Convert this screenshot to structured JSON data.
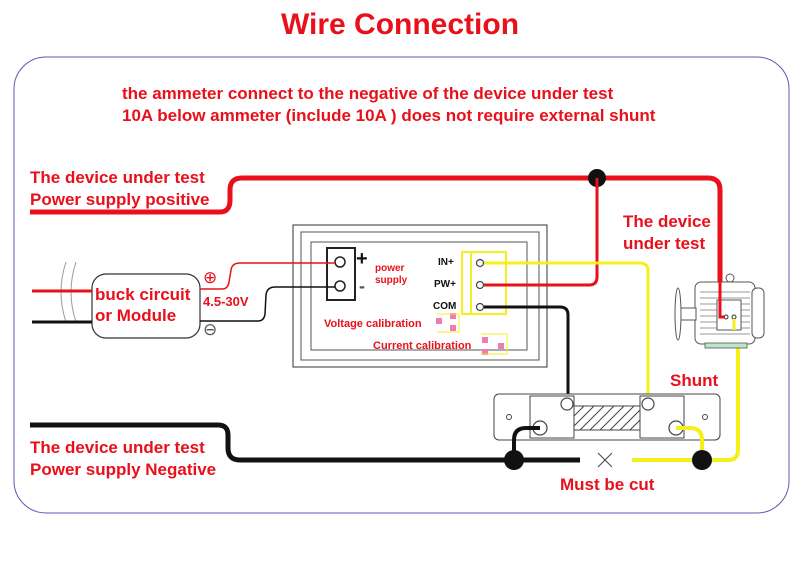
{
  "title": "Wire Connection",
  "notes": [
    "the ammeter connect to the negative of the device under test",
    "10A below ammeter (include 10A ) does not require external shunt"
  ],
  "labels": {
    "supply_positive": [
      "The device under test",
      "Power supply positive"
    ],
    "supply_negative": [
      "The device under test",
      "Power supply Negative"
    ],
    "device_under_test": [
      "The device",
      "under test"
    ],
    "buck_module": [
      "buck circuit",
      "or Module"
    ],
    "voltage_range": "4.5-30V",
    "plus_symbol": "⊕",
    "minus_symbol": "⊖",
    "power_supply": [
      "power",
      "supply"
    ],
    "terminal_plus": "+",
    "terminal_minus": "-",
    "pins": [
      "IN+",
      "PW+",
      "COM"
    ],
    "voltage_calibration": "Voltage calibration",
    "current_calibration": "Current calibration",
    "shunt": "Shunt",
    "must_be_cut": "Must be cut",
    "cut_mark": "✕"
  },
  "colors": {
    "positive_wire": "#e8101a",
    "negative_wire": "#111111",
    "signal_wire": "#f5ef1a",
    "frame": "#5a5ab4",
    "text": "#e8101a"
  }
}
